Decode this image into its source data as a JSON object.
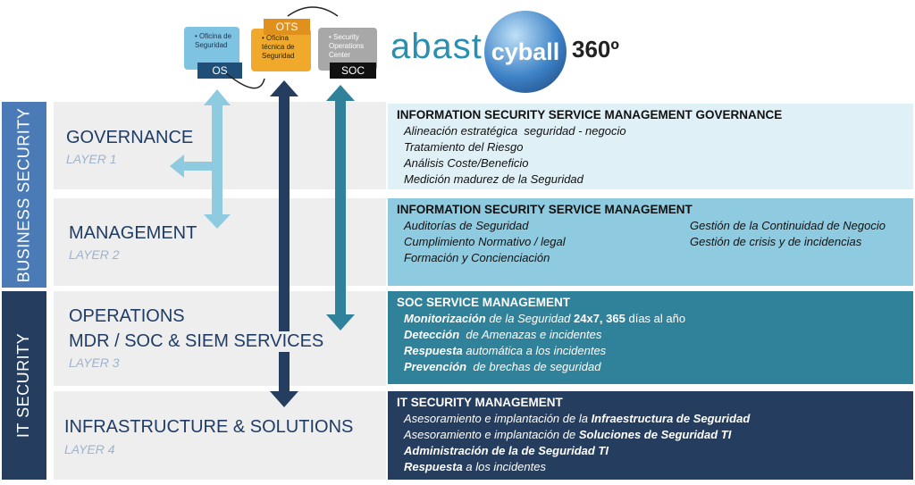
{
  "top": {
    "os": {
      "card": "Oficina de Seguridad",
      "tag": "OS"
    },
    "ots": {
      "card": "Oficina técnica de Seguridad",
      "tag": "OTS"
    },
    "soc": {
      "card": "Security Operations Center",
      "tag": "SOC"
    },
    "logo": {
      "abast": "abast",
      "cyball": "cyball",
      "suffix": "360º"
    }
  },
  "bands": {
    "business": "BUSINESS SECURITY",
    "it": "IT SECURITY"
  },
  "layers": [
    {
      "title": "GOVERNANCE",
      "layer": "LAYER 1"
    },
    {
      "title": "MANAGEMENT",
      "layer": "LAYER 2"
    },
    {
      "title": "OPERATIONS",
      "title2": "MDR / SOC & SIEM SERVICES",
      "layer": "LAYER 3"
    },
    {
      "title": "INFRASTRUCTURE & SOLUTIONS",
      "layer": "LAYER 4"
    }
  ],
  "boxes": [
    {
      "heading": "INFORMATION SECURITY SERVICE MANAGEMENT  GOVERNANCE",
      "lines": [
        [
          {
            "t": "Alineación estratégica  seguridad - negocio"
          }
        ],
        [
          {
            "t": "Tratamiento del Riesgo"
          }
        ],
        [
          {
            "t": "Análisis Coste/Beneficio"
          }
        ],
        [
          {
            "t": "Medición madurez de la Seguridad"
          }
        ]
      ]
    },
    {
      "heading": "INFORMATION SECURITY SERVICE MANAGEMENT",
      "lines": [
        [
          {
            "t": "Auditorías de Seguridad"
          }
        ],
        [
          {
            "t": "Cumplimiento Normativo / legal"
          }
        ],
        [
          {
            "t": "Formación y Concienciación"
          }
        ]
      ],
      "lines_right": [
        [
          {
            "t": "Gestión de la Continuidad de Negocio"
          }
        ],
        [
          {
            "t": "Gestión de crisis y de incidencias"
          }
        ]
      ]
    },
    {
      "heading": "SOC SERVICE MANAGEMENT",
      "lines": [
        [
          {
            "t": "Monitorización",
            "b": true
          },
          {
            "t": " de la Seguridad "
          },
          {
            "t": "24x7, 365",
            "b": true,
            "n": true
          },
          {
            "t": " días al año",
            "n": true
          }
        ],
        [
          {
            "t": "Detección",
            "b": true
          },
          {
            "t": "  de Amenazas e incidentes"
          }
        ],
        [
          {
            "t": "Respuesta",
            "b": true
          },
          {
            "t": " automática a los incidentes"
          }
        ],
        [
          {
            "t": "Prevención",
            "b": true
          },
          {
            "t": "  de brechas de seguridad"
          }
        ]
      ]
    },
    {
      "heading": "IT SECURITY MANAGEMENT",
      "lines": [
        [
          {
            "t": "Asesoramiento e implantación de la "
          },
          {
            "t": "Infraestructura de Seguridad",
            "b": true
          }
        ],
        [
          {
            "t": "Asesoramiento e implantación de "
          },
          {
            "t": "Soluciones de Seguridad TI",
            "b": true
          }
        ],
        [
          {
            "t": "Administración de la de Seguridad TI",
            "b": true
          }
        ],
        [
          {
            "t": "Respuesta",
            "b": true
          },
          {
            "t": " a los incidentes"
          }
        ]
      ]
    }
  ],
  "colors": {
    "business": "#4a7bb7",
    "it": "#253d5e",
    "box1": "#dff0f6",
    "box2": "#8ecbe0",
    "box3": "#2f8299",
    "box4": "#253d5e"
  }
}
